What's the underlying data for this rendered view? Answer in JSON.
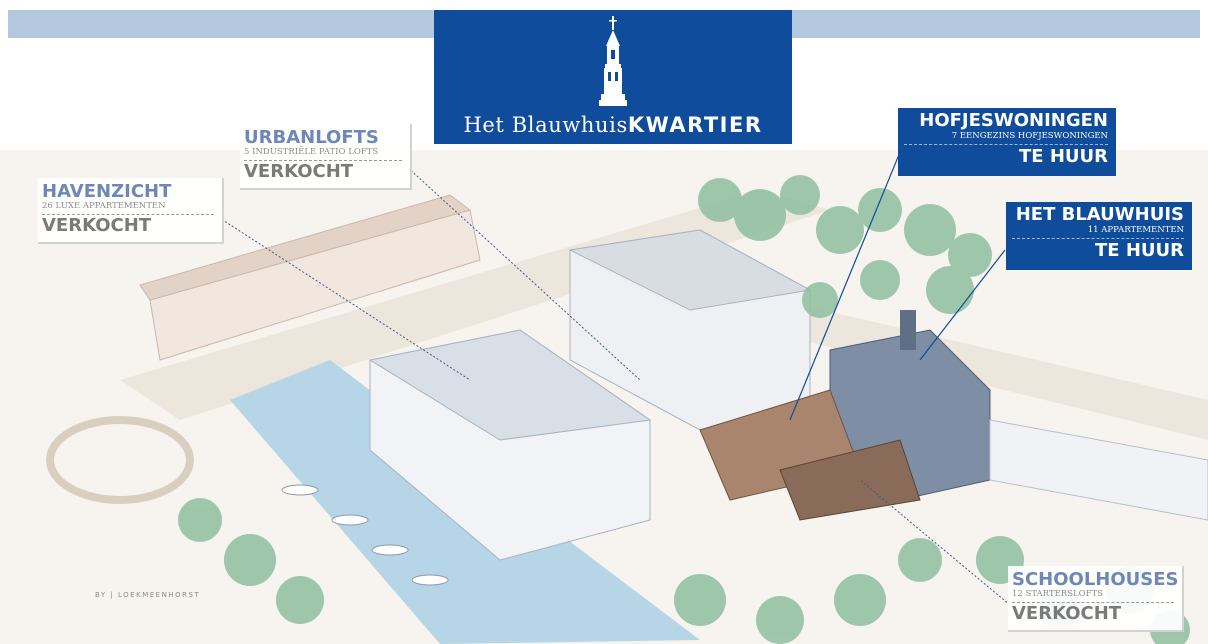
{
  "header": {
    "title_regular": "Het Blauwhuis",
    "title_bold": "KWARTIER"
  },
  "labels": {
    "havenzicht": {
      "name": "HAVENZICHT",
      "sub": "26 LUXE APPARTEMENTEN",
      "status": "VERKOCHT"
    },
    "urbanlofts": {
      "name": "URBANLOFTS",
      "sub": "5 INDUSTRIËLE PATIO LOFTS",
      "status": "VERKOCHT"
    },
    "hofjeswoningen": {
      "name": "HOFJESWONINGEN",
      "sub": "7 EENGEZINS HOFJESWONINGEN",
      "status": "TE HUUR"
    },
    "blauwhuis": {
      "name": "HET BLAUWHUIS",
      "sub": "11 APPARTEMENTEN",
      "status": "TE HUUR"
    },
    "schoolhouses": {
      "name": "SCHOOLHOUSES",
      "sub": "12 STARTERSLOFTS",
      "status": "VERKOCHT"
    }
  },
  "credit": {
    "by": "BY",
    "name": "LOEKMEENHORST"
  },
  "colors": {
    "brand_blue": "#0f4c9c",
    "band": "#b4c8e0",
    "accent_text": "#6d87b8",
    "water": "#b6d5e6",
    "tree": "#8fbf9f"
  }
}
